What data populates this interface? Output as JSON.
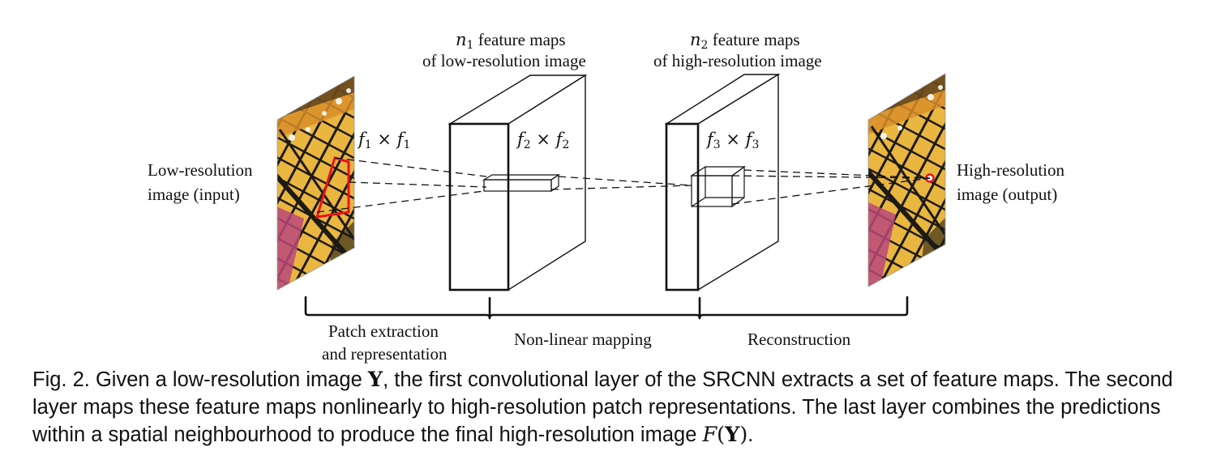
{
  "labels": {
    "input_line1": "Low-resolution",
    "input_line2": "image (input)",
    "output_line1": "High-resolution",
    "output_line2": "image (output)",
    "layer1_top_line1_suffix": "feature maps",
    "layer1_top_line2": "of low-resolution image",
    "layer2_top_line1_suffix": "feature maps",
    "layer2_top_line2": "of high-resolution image",
    "n1_base": "n",
    "n1_sub": "1",
    "n2_base": "n",
    "n2_sub": "2",
    "f1_base": "f",
    "f1_sub": "1",
    "f2_base": "f",
    "f2_sub": "2",
    "f3_base": "f",
    "f3_sub": "3",
    "times": "×",
    "stage1_line1": "Patch extraction",
    "stage1_line2": "and representation",
    "stage2": "Non-linear mapping",
    "stage3": "Reconstruction"
  },
  "caption": {
    "part1": "Fig. 2.  Given a low-resolution image ",
    "y_symbol": "Y",
    "part2": ", the first convolutional layer of the SRCNN extracts a set of feature maps. The second layer maps these feature maps nonlinearly to high-resolution patch representations. The last layer combines the predictions within a spatial neighbourhood to produce the final high-resolution image ",
    "f_symbol": "F",
    "open_paren": "(",
    "y_symbol2": "Y",
    "close_paren": ")",
    "end": "."
  },
  "colors": {
    "line": "#111111",
    "highlight": "#e8141b",
    "butterfly_yellow": "#e9b640",
    "butterfly_orange": "#d98f2a",
    "butterfly_black": "#1d1a16",
    "butterfly_pink": "#b8497a",
    "butterfly_white": "#f4f1ea"
  }
}
